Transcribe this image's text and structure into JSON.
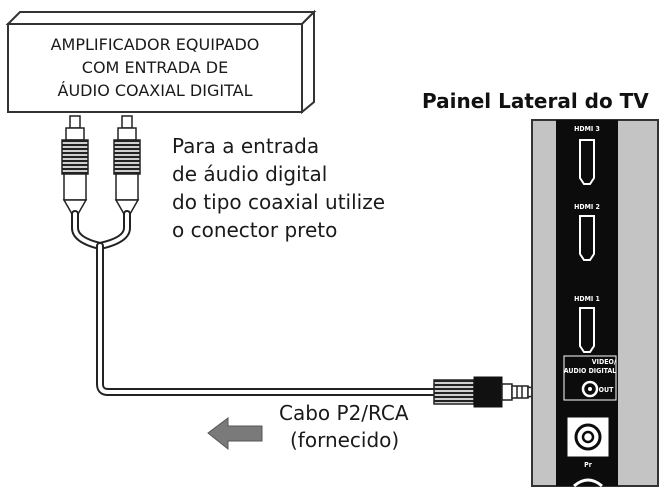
{
  "amplifier": {
    "line1": "AMPLIFICADOR EQUIPADO",
    "line2": "COM ENTRADA DE",
    "line3": "ÁUDIO COAXIAL DIGITAL"
  },
  "instruction": {
    "line1": "Para a entrada",
    "line2": "de áudio digital",
    "line3": "do tipo coaxial utilize",
    "line4": "o conector preto"
  },
  "panel": {
    "title": "Painel Lateral do TV",
    "ports": {
      "hdmi3": "HDMI 3",
      "hdmi2": "HDMI 2",
      "hdmi1": "HDMI 1",
      "video_audio_line1": "VIDEO/",
      "video_audio_line2": "AUDIO DIGITAL",
      "out": "OUT",
      "pr": "Pr"
    }
  },
  "cable": {
    "line1": "Cabo P2/RCA",
    "line2": "(fornecido)"
  },
  "colors": {
    "panel_gray": "#c4c4c4",
    "panel_black": "#0c0c0c",
    "arrow_gray": "#7a7a7a"
  }
}
